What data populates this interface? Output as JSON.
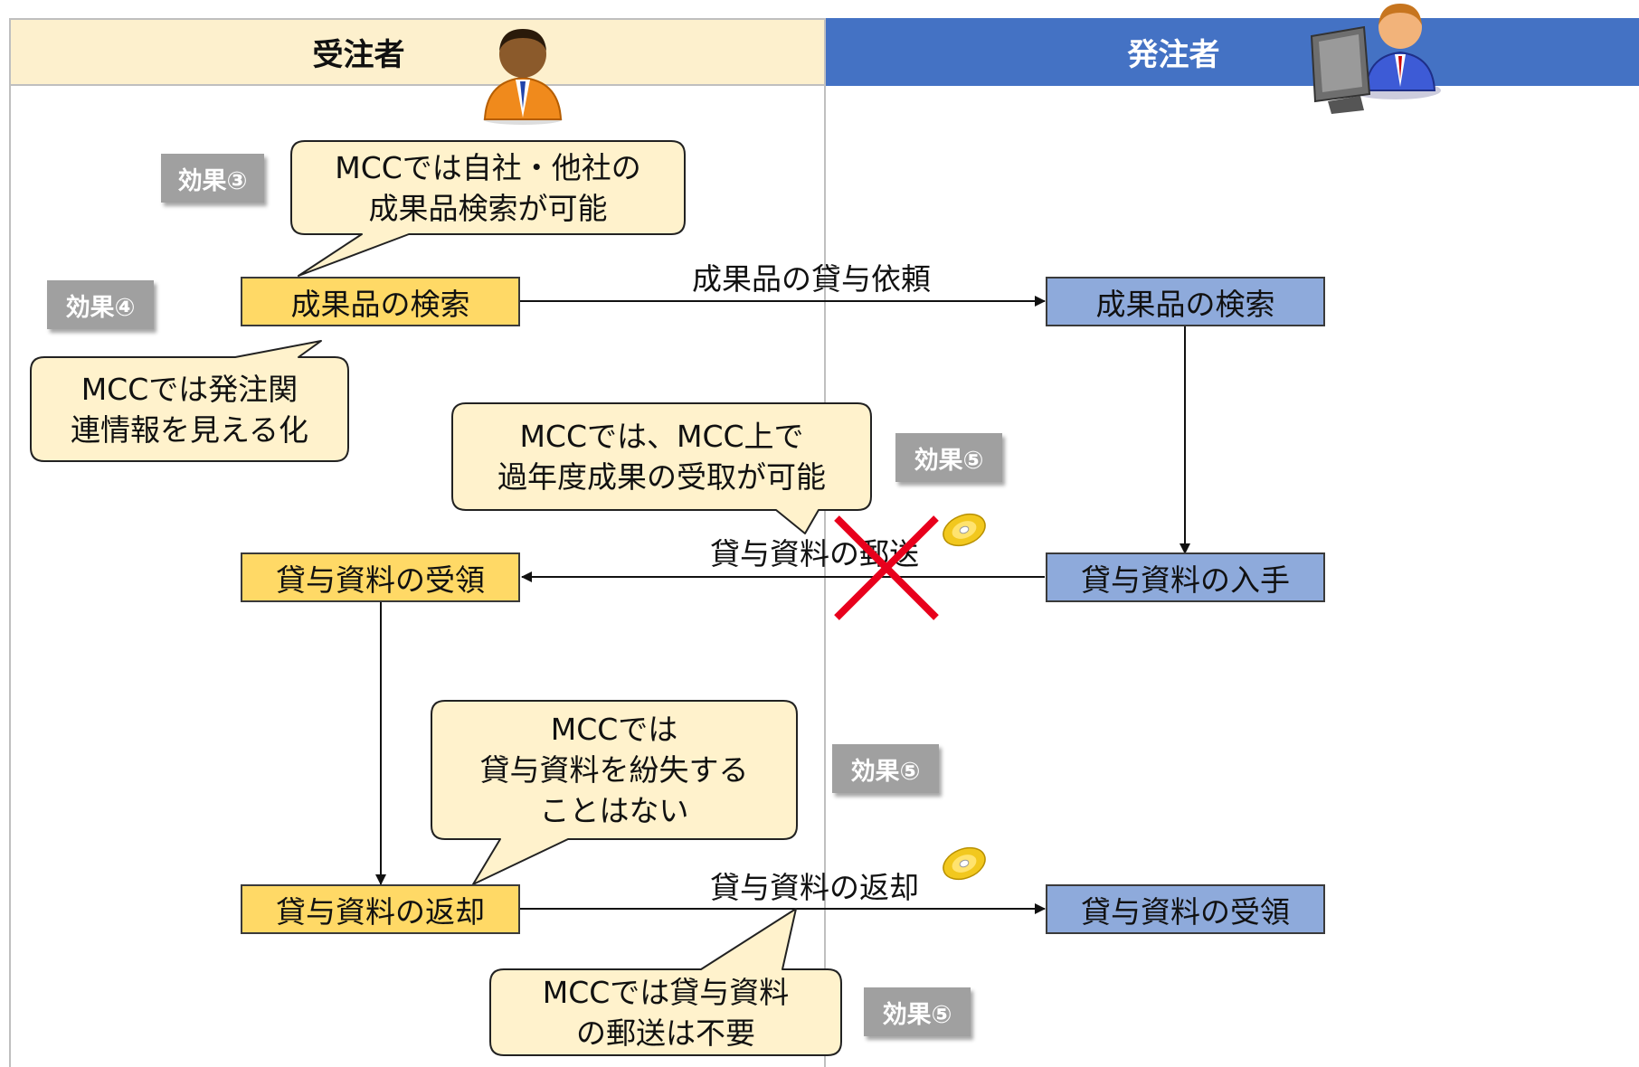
{
  "lanes": {
    "left": "受注者",
    "right": "発注者"
  },
  "processes": {
    "search_left": "成果品の検索",
    "search_right": "成果品の検索",
    "receive_loan": "貸与資料の受領",
    "obtain_loan": "貸与資料の入手",
    "return_loan": "貸与資料の返却",
    "receive_returned": "貸与資料の受領"
  },
  "flows": {
    "loan_request": "成果品の貸与依頼",
    "mail_loan": "貸与資料の郵送",
    "return_loan": "貸与資料の返却"
  },
  "badges": {
    "effect3": "効果③",
    "effect4": "効果④",
    "effect5a": "効果⑤",
    "effect5b": "効果⑤",
    "effect5c": "効果⑤"
  },
  "callouts": {
    "search_other": [
      "MCCでは自社・他社の",
      "成果品検索が可能"
    ],
    "visualize": [
      "MCCでは発注関",
      "連情報を見える化"
    ],
    "past_results": [
      "MCCでは、MCC上で",
      "過年度成果の受取が可能"
    ],
    "no_loss": [
      "MCCでは",
      "貸与資料を紛失する",
      "ことはない"
    ],
    "no_mail": [
      "MCCでは貸与資料",
      "の郵送は不要"
    ]
  },
  "icons": [
    "person-orange-icon",
    "person-computer-icon",
    "cd-disc-icon",
    "cross-mark-icon"
  ],
  "colors": {
    "left_header": "#fdf0cd",
    "right_header": "#4472c4",
    "process_left": "#ffd966",
    "process_right": "#8eaadb",
    "callout": "#fff2cc",
    "badge": "#a0a0a0",
    "cross": "#e8001c"
  }
}
